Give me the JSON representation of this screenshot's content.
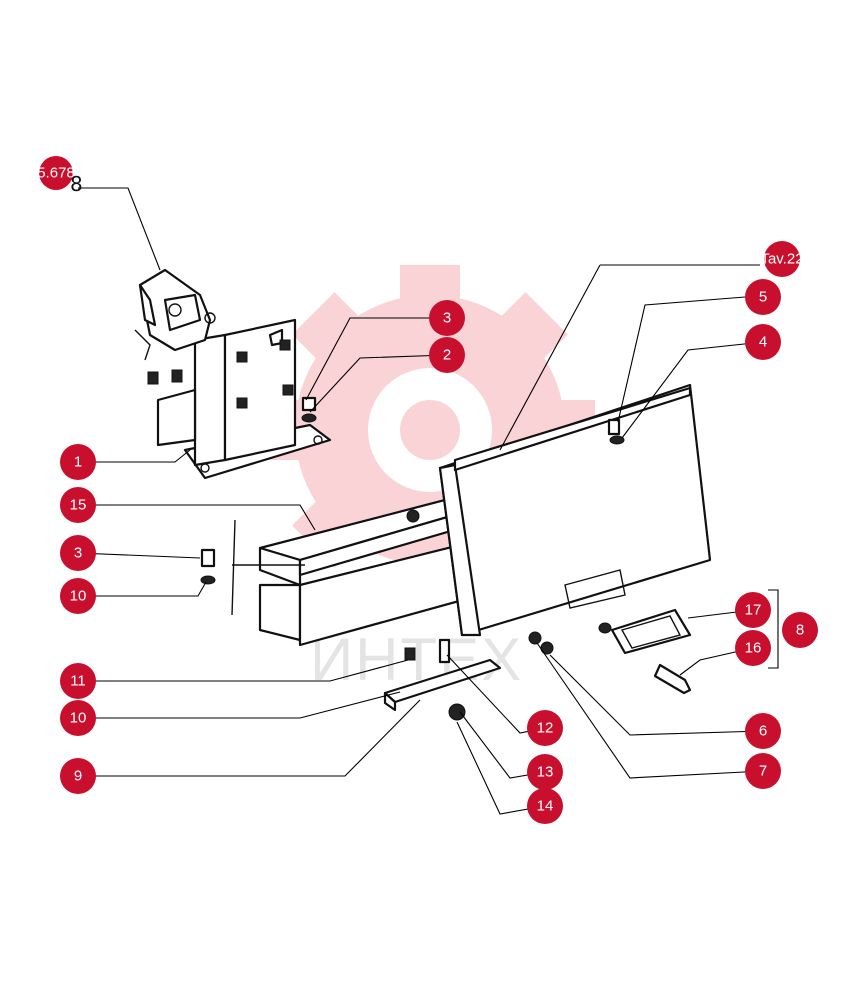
{
  "colors": {
    "callout_fill": "#c8102e",
    "watermark": "#f2a0a6",
    "line": "#000000"
  },
  "watermark": {
    "text": "ИНТЕХ"
  },
  "refs": {
    "top_left_badge": "5.678",
    "top_left_digit": "8",
    "top_right_badge": "Tav.22"
  },
  "callouts": [
    {
      "id": "c1",
      "label": "1"
    },
    {
      "id": "c2",
      "label": "2"
    },
    {
      "id": "c3a",
      "label": "3"
    },
    {
      "id": "c3b",
      "label": "3"
    },
    {
      "id": "c4",
      "label": "4"
    },
    {
      "id": "c5",
      "label": "5"
    },
    {
      "id": "c6",
      "label": "6"
    },
    {
      "id": "c7",
      "label": "7"
    },
    {
      "id": "c8",
      "label": "8"
    },
    {
      "id": "c9",
      "label": "9"
    },
    {
      "id": "c10a",
      "label": "10"
    },
    {
      "id": "c10b",
      "label": "10"
    },
    {
      "id": "c11",
      "label": "11"
    },
    {
      "id": "c12",
      "label": "12"
    },
    {
      "id": "c13",
      "label": "13"
    },
    {
      "id": "c14",
      "label": "14"
    },
    {
      "id": "c15",
      "label": "15"
    },
    {
      "id": "c16",
      "label": "16"
    },
    {
      "id": "c17",
      "label": "17"
    }
  ]
}
